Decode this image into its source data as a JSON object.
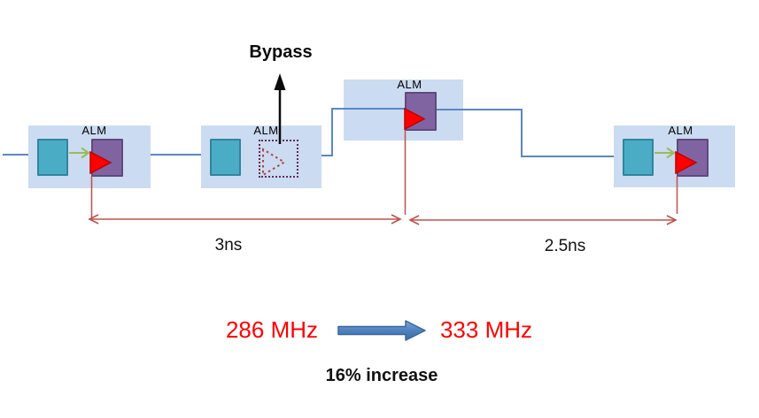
{
  "diagram": {
    "description": "Register retiming pipeline with bypassed ALM register",
    "bypass_label": "Bypass",
    "blocks": [
      {
        "label": "ALM"
      },
      {
        "label": "ALM"
      },
      {
        "label": "ALM"
      },
      {
        "label": "ALM"
      }
    ],
    "segment1_delay": "3ns",
    "segment2_delay": "2.5ns"
  },
  "summary": {
    "freq_before": "286 MHz",
    "freq_after": "333 MHz",
    "improvement": "16% increase"
  },
  "colors": {
    "alm_box_fill": "#CBDBF1",
    "lut_fill": "#4BACC6",
    "lut_border": "#31859C",
    "register_fill": "#8064A2",
    "register_border": "#5F497A",
    "register_triangle": "#FF0000",
    "register_triangle_border": "#C00000",
    "bypassed_register_dotted": "#5E2D55",
    "bypassed_triangle_dotted": "#B1413D",
    "routing_wire": "#5B87C5",
    "lut_arrow_green": "#9BBB59",
    "dimension_red": "#C0504D",
    "bypass_arrow": "#0a0a0a",
    "freq_text": "#FF0000",
    "block_arrow_fill": "#4F81BD",
    "block_arrow_border": "#3A679A"
  }
}
